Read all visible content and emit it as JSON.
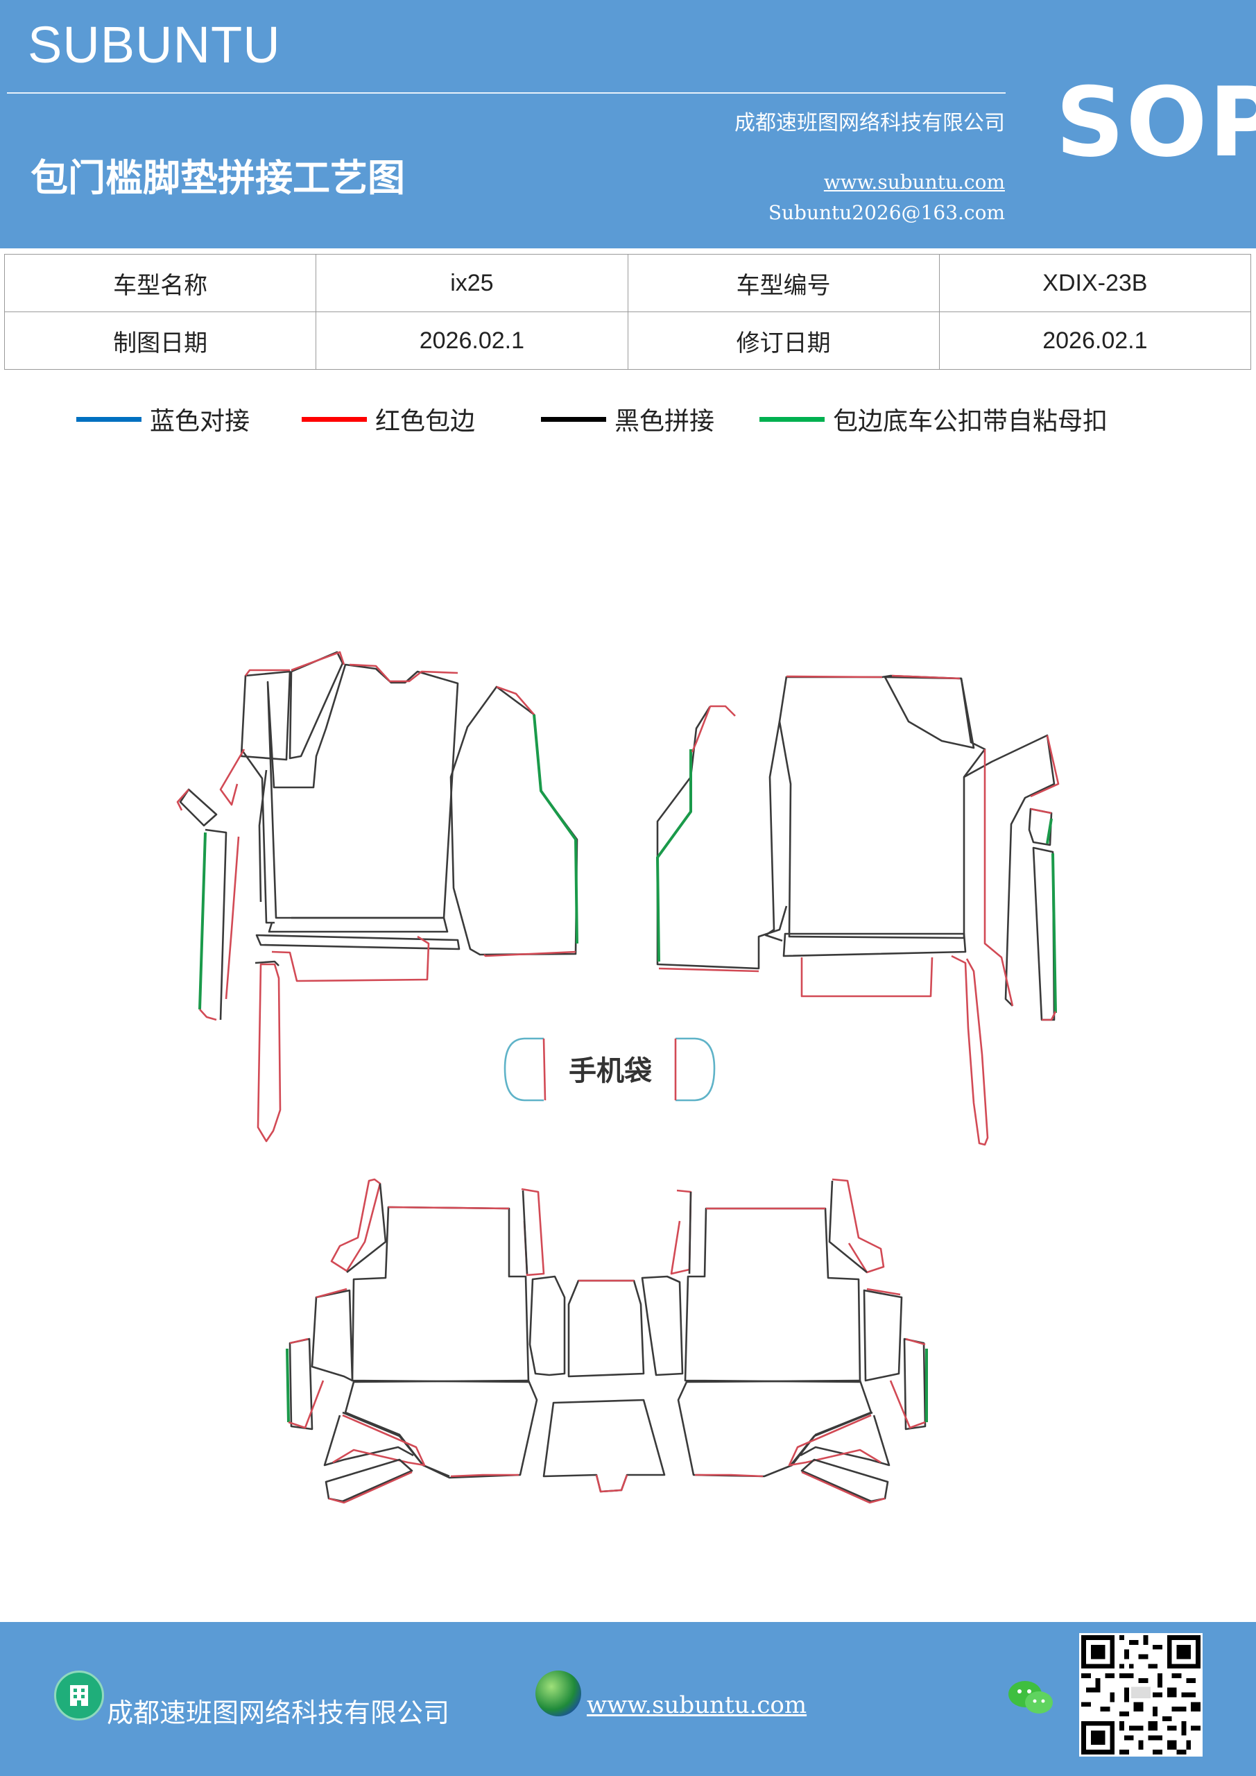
{
  "header": {
    "brand": "SUBUNTU",
    "title": "包门槛脚垫拼接工艺图",
    "company": "成都速班图网络科技有限公司",
    "website": "www.subuntu.com",
    "email": "Subuntu2026@163.com",
    "badge": "SOP"
  },
  "info": {
    "model_name_label": "车型名称",
    "model_name_value": "ix25",
    "model_code_label": "车型编号",
    "model_code_value": "XDIX-23B",
    "draw_date_label": "制图日期",
    "draw_date_value": "2026.02.1",
    "revise_date_label": "修订日期",
    "revise_date_value": "2026.02.1"
  },
  "legend": [
    {
      "label": "蓝色对接",
      "color": "#0070c0"
    },
    {
      "label": "红色包边",
      "color": "#ff0000"
    },
    {
      "label": "黑色拼接",
      "color": "#000000"
    },
    {
      "label": "包边底车公扣带自粘母扣",
      "color": "#00b050"
    }
  ],
  "drawing": {
    "phone_pocket_label": "手机袋",
    "colors": {
      "outline": "#3a3a3a",
      "edge": "#d24a55",
      "clip": "#1a9a4a",
      "pocket": "#5fb3c8"
    }
  },
  "footer": {
    "company": "成都速班图网络科技有限公司",
    "website": "www.subuntu.com",
    "building_icon": "building-icon",
    "globe_icon": "globe-icon",
    "wechat_icon": "wechat-icon",
    "qr_icon": "qr-code"
  }
}
